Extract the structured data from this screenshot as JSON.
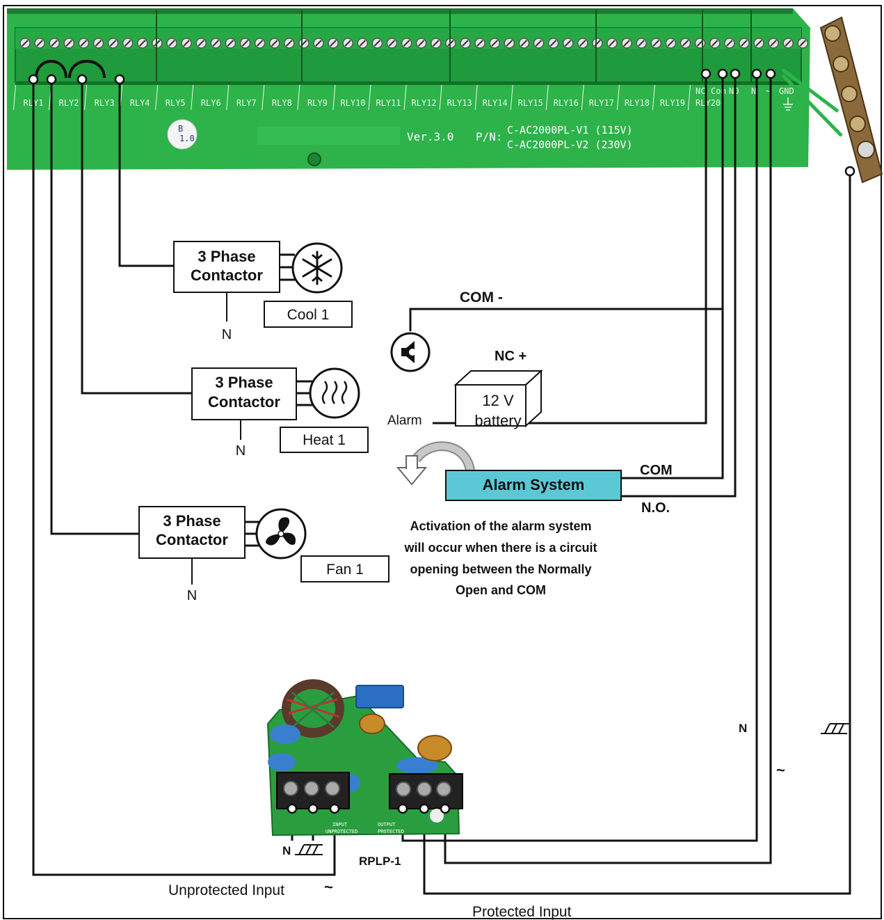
{
  "controller": {
    "relay_labels": [
      "RLY1",
      "RLY2",
      "RLY3",
      "RLY4",
      "RLY5",
      "RLY6",
      "RLY7",
      "RLY8",
      "RLY9",
      "RLY10",
      "RLY11",
      "RLY12",
      "RLY13",
      "RLY14",
      "RLY15",
      "RLY16",
      "RLY17",
      "RLY18",
      "RLY19",
      "RLY20"
    ],
    "relay20_pins": [
      "NC",
      "Com",
      "NO"
    ],
    "power_pins": [
      "N",
      "~",
      "GND"
    ],
    "version": "Ver.3.0",
    "pn_prefix": "P/N:",
    "pn_v1": "C-AC2000PL-V1 (115V)",
    "pn_v2": "C-AC2000PL-V2 (230V)",
    "badge_top": "B",
    "badge_bottom": "1.0"
  },
  "contactors": [
    {
      "title_line1": "3 Phase",
      "title_line2": "Contactor",
      "load_label": "Cool 1",
      "neutral": "N",
      "load_icon": "snowflake-icon"
    },
    {
      "title_line1": "3 Phase",
      "title_line2": "Contactor",
      "load_label": "Heat 1",
      "neutral": "N",
      "load_icon": "heat-waves-icon"
    },
    {
      "title_line1": "3 Phase",
      "title_line2": "Contactor",
      "load_label": "Fan 1",
      "neutral": "N",
      "load_icon": "fan-icon"
    }
  ],
  "alarm": {
    "com_minus": "COM -",
    "nc_plus": "NC +",
    "battery_line1": "12 V",
    "battery_line2": "battery",
    "alarm_label": "Alarm",
    "system_label": "Alarm System",
    "com_label": "COM",
    "no_label": "N.O.",
    "note_lines": [
      "Activation of the alarm system",
      "will occur when there is a circuit",
      "opening between the Normally",
      "Open and COM"
    ],
    "siren_icon": "siren-icon",
    "accent_color": "#5bc8d6"
  },
  "power": {
    "rplp_label": "RPLP-1",
    "unprotected_label": "Unprotected Input",
    "protected_label": "Protected Input",
    "n_label": "N",
    "tilde": "~",
    "rplp_input_n": "N",
    "pcb_text_input": "INPUT",
    "pcb_text_unprotected": "UNPROTECTED",
    "pcb_text_output": "OUTPUT",
    "pcb_text_protected": "PROTECTED"
  },
  "colors": {
    "pcb_green": "#2db34a",
    "terminal_green": "#1f9a3c",
    "wire": "#111111",
    "ground_bar": "#8a6a3a"
  }
}
